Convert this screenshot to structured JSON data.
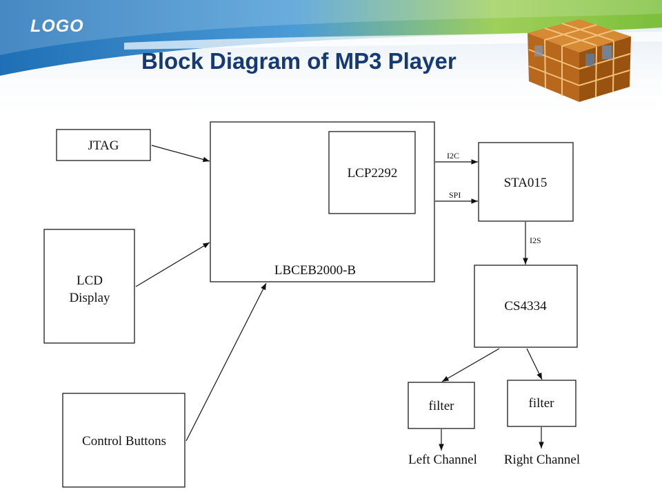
{
  "slide": {
    "logo": "LOGO",
    "title": "Block Diagram of MP3 Player"
  },
  "blocks": {
    "jtag": "JTAG",
    "lcd_line1": "LCD",
    "lcd_line2": "Display",
    "control": "Control Buttons",
    "main_board": "LBCEB2000-B",
    "lpc": "LCP2292",
    "decoder": "STA015",
    "dac": "CS4334",
    "filter_left": "filter",
    "filter_right": "filter"
  },
  "signals": {
    "i2c": "I2C",
    "spi": "SPI",
    "i2s": "I2S"
  },
  "outputs": {
    "left": "Left Channel",
    "right": "Right Channel"
  },
  "colors": {
    "title": "#163a73",
    "header_blue": "#2f7fc4",
    "header_green": "#8cc63f",
    "cube_brown": "#b86a1e"
  }
}
